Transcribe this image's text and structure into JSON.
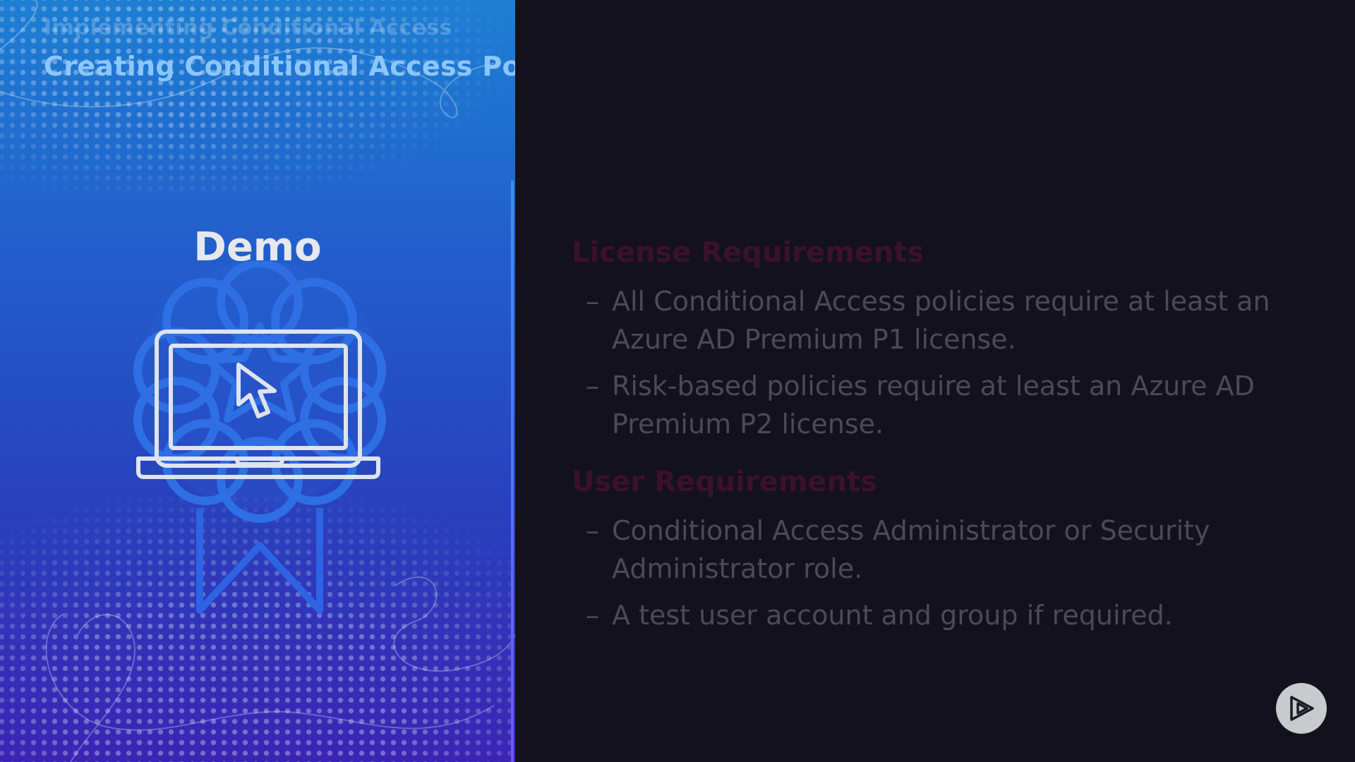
{
  "slide": {
    "course_title": "Implementing Conditional Access",
    "module_title": "Creating Conditional Access Policies",
    "demo_label": "Demo"
  },
  "content": {
    "sections": [
      {
        "heading": "License Requirements",
        "bullets": [
          "All Conditional Access policies require at least an Azure AD Premium P1 license.",
          "Risk-based policies require at least an Azure AD Premium P2 license."
        ]
      },
      {
        "heading": "User Requirements",
        "bullets": [
          "Conditional Access Administrator or Security Administrator role.",
          "A test user account and group if required."
        ]
      }
    ],
    "bullet_marker": "–"
  },
  "icons": {
    "demo_illustration": "laptop-cursor-ribbon-icon",
    "brand_badge": "play-logo-icon"
  },
  "colors": {
    "left_gradient_top": "#1d7fd3",
    "left_gradient_bottom": "#3b24b4",
    "right_background": "#13111c",
    "heading_color": "#3b1228",
    "bullet_text_color": "#4c4a57",
    "module_title_color": "#8cc6ff"
  }
}
